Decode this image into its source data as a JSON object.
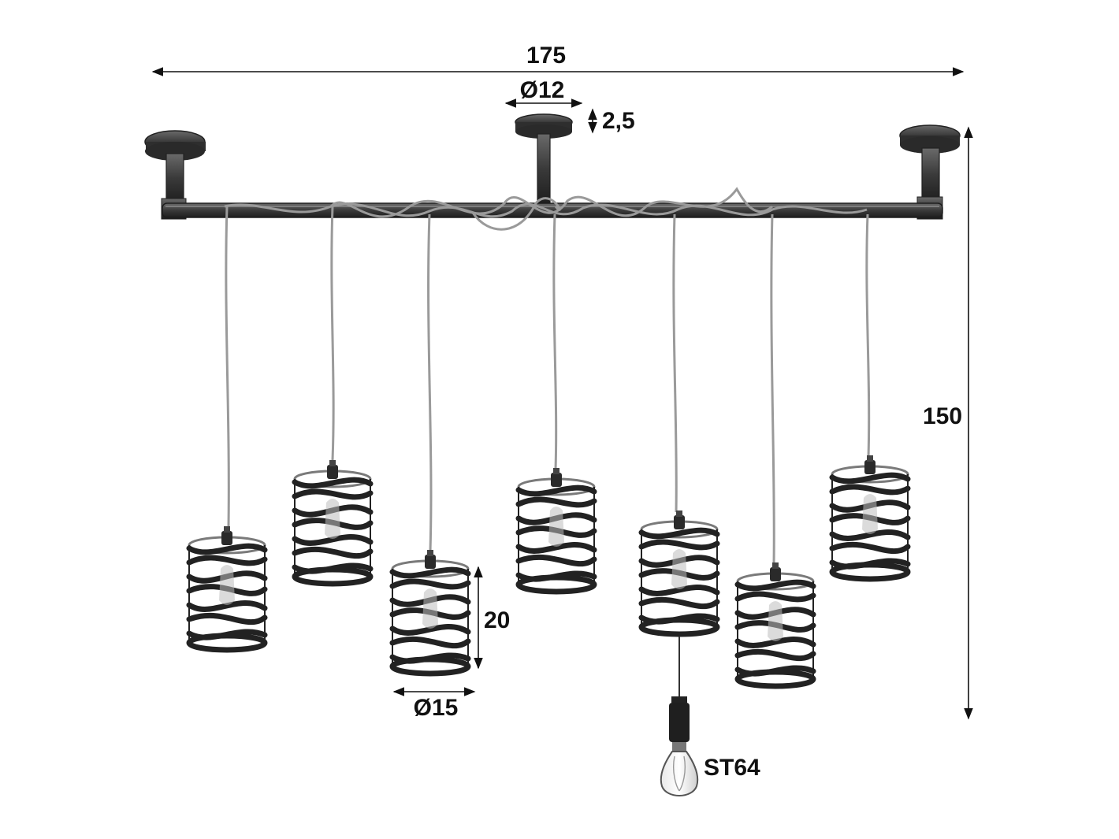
{
  "dimensions": {
    "total_width": "175",
    "canopy_diameter": "Ø12",
    "canopy_height": "2,5",
    "total_height": "150",
    "shade_height": "20",
    "shade_diameter": "Ø15",
    "bulb_type": "ST64"
  },
  "product": {
    "pendant_count": 7,
    "canopy_count": 3,
    "colors": {
      "metal": "#3a3a3a",
      "cord": "#9a9a9a",
      "lines": "#111111"
    }
  }
}
